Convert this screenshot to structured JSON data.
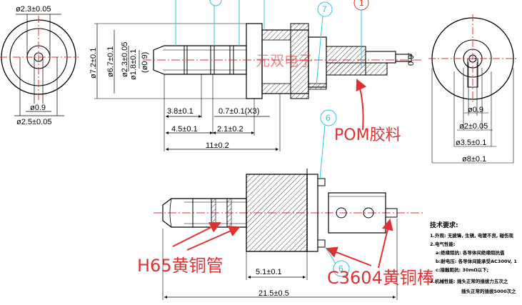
{
  "colors": {
    "line": "#000000",
    "center": "#e03030",
    "callout": "#27c6dd",
    "red_text": "#e03030",
    "hatch": "#444444"
  },
  "left_end_view": {
    "top_dim": "ø2.3±0.05",
    "inner_dim": "ø0.9",
    "bottom_dim": "ø2.5±0.05"
  },
  "side_view": {
    "dims_vertical": [
      "ø7.2±0.1",
      "ø6.7±0.1",
      "ø2.3±0.05",
      "ø1.8±0.1",
      "(ø0.9)"
    ],
    "dim_38": "3.8±0.1",
    "dim_07": "0.7±0.1(X3)",
    "dim_45": "4.5±0.1",
    "dim_21": "2.1±0.2",
    "dim_11": "11±0.2",
    "right_pin": "0.9",
    "watermark": "元双电子",
    "callout_1": "1",
    "callout_7": "7"
  },
  "labels": {
    "pom": "POM胶料",
    "h65": "H65黄铜管",
    "c3604": "C3604黄铜棒"
  },
  "right_end_view": {
    "d_09": "ø0.9",
    "d_2": "ø2±0.05",
    "d_35": "ø3.5±0.1",
    "d_8": "ø8±0.1"
  },
  "bottom_view": {
    "callout_6a": "6",
    "callout_6b": "6",
    "dim_51": "5.1±0.1",
    "dim_215": "21.5±0.5"
  },
  "tech_notes": {
    "title": "技术要求:",
    "lines": [
      "1.外观: 无披锋, 生锈, 电镀不良, 碰伤现",
      "2.电气性能:",
      "a:绝缘阻抗: 各导体间绝缘阻抗值",
      "b:耐电压: 各导体间能承受AC300V, 1",
      "c:接触阻抗: 30mΩ以下;",
      "3.机械性能: 插头正常的插拔力五次之",
      "插头正常的插拔5000次之"
    ]
  }
}
